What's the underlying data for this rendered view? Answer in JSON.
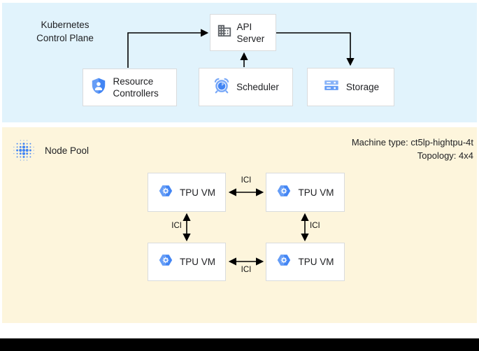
{
  "control_plane": {
    "title_line1": "Kubernetes",
    "title_line2": "Control Plane",
    "nodes": {
      "api_server": "API Server",
      "resource_controllers": "Resource Controllers",
      "scheduler": "Scheduler",
      "storage": "Storage"
    }
  },
  "node_pool": {
    "title": "Node Pool",
    "machine_type": "Machine type: ct5lp-hightpu-4t",
    "topology": "Topology: 4x4",
    "vm_label": "TPU VM",
    "link_label": "ICI"
  },
  "colors": {
    "control_plane_bg": "#e1f3fc",
    "node_pool_bg": "#fdf5dc",
    "node_border": "#d9dbdd",
    "google_blue": "#4285f4",
    "light_blue": "#7ca6f8",
    "icon_gray": "#5f6368",
    "arrow": "#000000",
    "bottom_bar": "#000000"
  }
}
